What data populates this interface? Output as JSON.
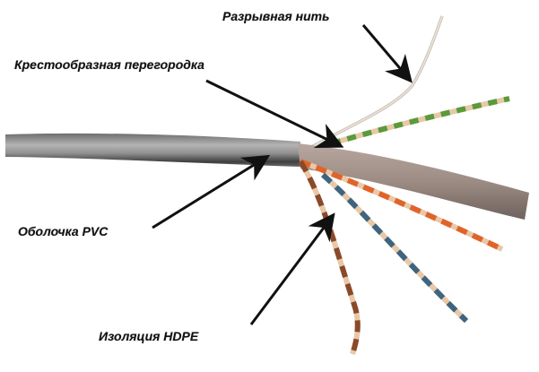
{
  "diagram": {
    "subject": "Twisted pair cable cutaway",
    "labels": {
      "ripcord": "Разрывная нить",
      "separator": "Крестообразная перегородка",
      "sheath": "Оболочка PVC",
      "insulation": "Изоляция HDPE"
    },
    "colors": {
      "sheath": "#8c8c8c",
      "separator": "#a39188",
      "ripcord": "#d8cfc6",
      "pair_green": "#5a9a3a",
      "pair_orange": "#e0642a",
      "pair_blue": "#3e6480",
      "pair_brown": "#8a4a2a",
      "pair_white_stripe": "#e8c8a8",
      "arrow": "#111111"
    },
    "components": [
      {
        "name": "PVC sheath",
        "label_key": "sheath"
      },
      {
        "name": "Cross separator",
        "label_key": "separator"
      },
      {
        "name": "Ripcord",
        "label_key": "ripcord"
      },
      {
        "name": "Green pair"
      },
      {
        "name": "Orange pair"
      },
      {
        "name": "Blue pair"
      },
      {
        "name": "Brown pair",
        "label_key": "insulation"
      }
    ]
  }
}
